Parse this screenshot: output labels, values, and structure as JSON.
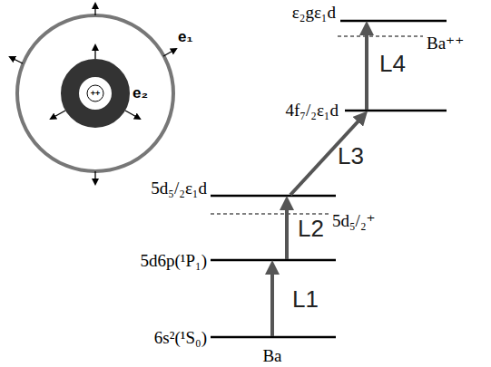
{
  "diagram": {
    "labels": [
      "ε₂gε₁d",
      "Ba⁺⁺",
      "4f₇/₂ε₁d",
      "L4",
      "L3",
      "5d₅/₂ε₁d",
      "5d₅/₂⁺",
      "L2",
      "5d6p(¹P₁)",
      "L1",
      "6s²(¹S₀)",
      "Ba",
      "e₁",
      "e₂",
      "++"
    ]
  }
}
